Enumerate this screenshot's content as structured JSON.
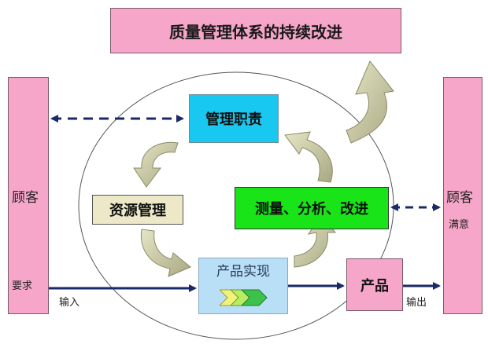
{
  "title": "质量管理体系的持续改进",
  "customer_left": {
    "label": "顾客",
    "sub_label": "要求"
  },
  "customer_right": {
    "label": "顾客",
    "sub_label": "满意"
  },
  "processes": {
    "management": "管理职责",
    "resource": "资源管理",
    "measure": "测量、分析、改进",
    "realization": "产品实现",
    "product": "产品"
  },
  "flow": {
    "input_label": "输入",
    "output_label": "输出"
  },
  "colors": {
    "pink": "#f5a6c9",
    "cyan": "#19c8f0",
    "green": "#18e418",
    "beige": "#ece8c8",
    "light_blue": "#b8dff5",
    "navy_arrow": "#1a2a66",
    "loop_arrow": "#c8c8a0"
  },
  "icons": [
    "curved-arrow-icon",
    "chevron-arrows-icon"
  ]
}
